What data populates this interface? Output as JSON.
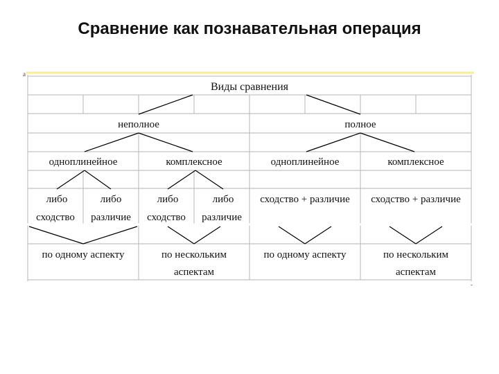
{
  "title": "Сравнение как познавательная операция",
  "diagram": {
    "root": "Виды сравнения",
    "level1": [
      "неполное",
      "полное"
    ],
    "level2": [
      "одноплинейное",
      "комплексное",
      "одноплинейное",
      "комплексное"
    ],
    "level3_top": [
      "либо",
      "либо",
      "либо",
      "либо"
    ],
    "level3_bottom": [
      "сходство",
      "различие",
      "сходство",
      "различие"
    ],
    "level3_full": [
      "сходство + различие",
      "сходство + различие"
    ],
    "level4_line1": [
      "по одному аспекту",
      "по нескольким",
      "по одному аспекту",
      "по нескольким"
    ],
    "level4_line2": [
      "аспектам",
      "аспектам"
    ],
    "corner_marks": [
      "а",
      "-"
    ]
  }
}
